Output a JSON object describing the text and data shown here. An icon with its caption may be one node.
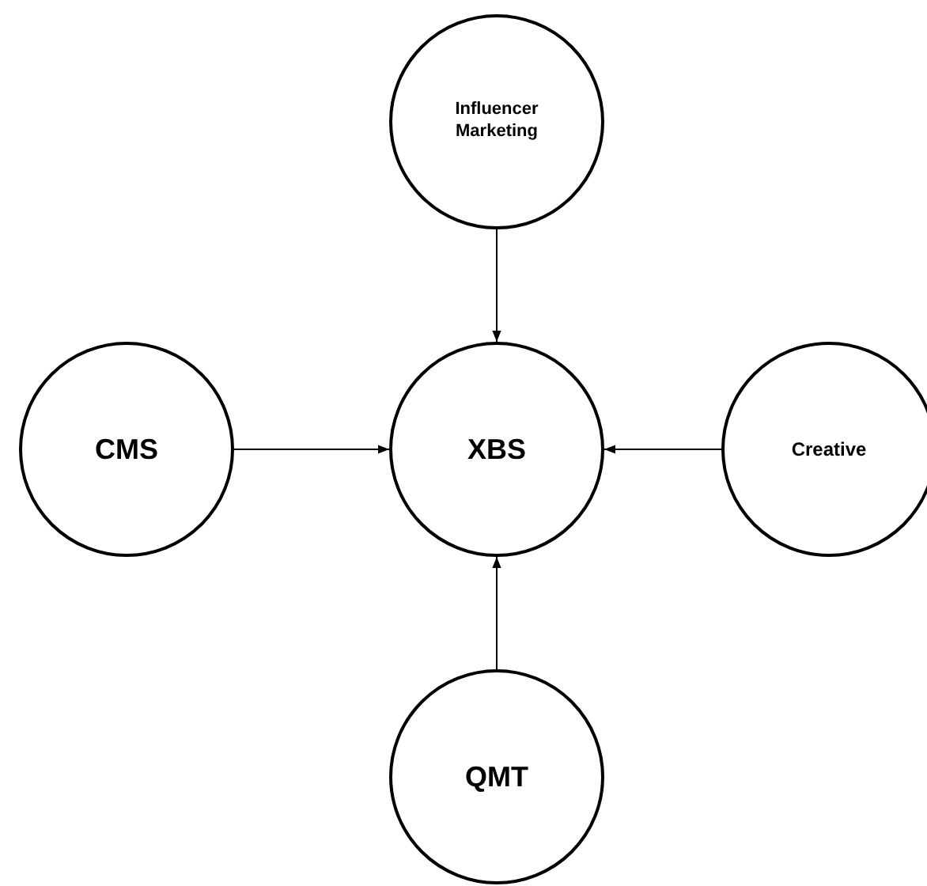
{
  "diagram": {
    "nodes": [
      {
        "text": [
          "Influencer Marketing"
        ]
      },
      {
        "text": [
          "CMS"
        ]
      },
      {
        "text": [
          "XBS"
        ]
      },
      {
        "text": [
          "Creative"
        ]
      },
      {
        "text": [
          "QMT"
        ]
      }
    ],
    "edges": [
      {
        "from": 0,
        "to": 2,
        "arrow": "to"
      },
      {
        "from": 1,
        "to": 2,
        "arrow": "to"
      },
      {
        "from": 3,
        "to": 2,
        "arrow": "to"
      },
      {
        "from": 4,
        "to": 2,
        "arrow": "to"
      }
    ]
  }
}
